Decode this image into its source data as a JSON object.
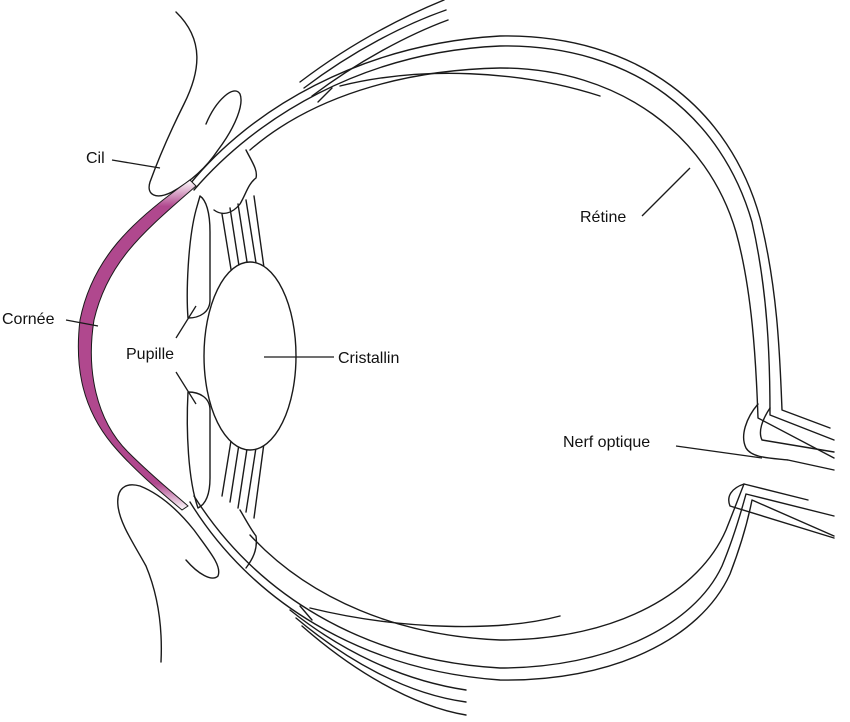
{
  "labels": {
    "cil": "Cil",
    "cornee": "Cornée",
    "pupille": "Pupille",
    "cristallin": "Cristallin",
    "retine": "Rétine",
    "nerf_optique": "Nerf optique"
  },
  "colors": {
    "cornea": "#b0488e",
    "line": "#1a1a1a",
    "background": "#ffffff"
  }
}
